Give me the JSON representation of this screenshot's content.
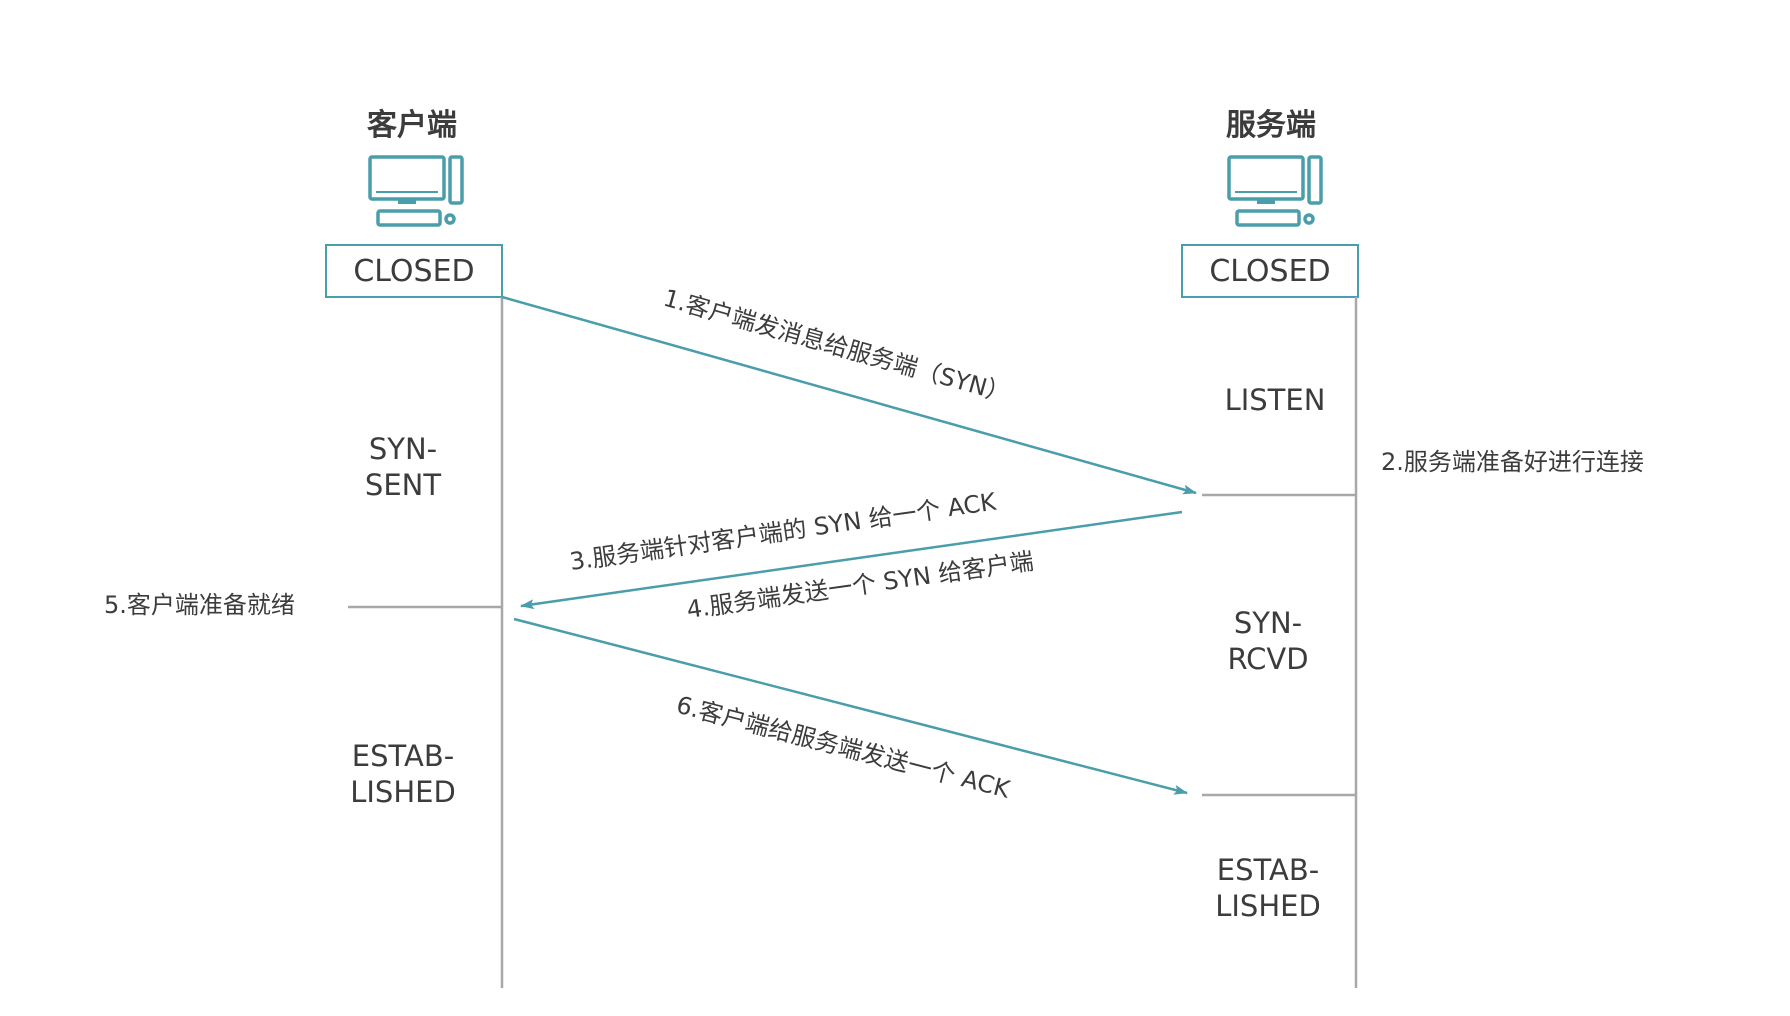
{
  "client": {
    "title": "客户端",
    "initial_state": "CLOSED",
    "states": {
      "syn_sent": [
        "SYN-",
        "SENT"
      ],
      "established": [
        "ESTAB-",
        "LISHED"
      ]
    },
    "ready_note": "5.客户端准备就绪"
  },
  "server": {
    "title": "服务端",
    "initial_state": "CLOSED",
    "states": {
      "listen": [
        "LISTEN"
      ],
      "syn_rcvd": [
        "SYN-",
        "RCVD"
      ],
      "established": [
        "ESTAB-",
        "LISHED"
      ]
    },
    "ready_note": "2.服务端准备好进行连接"
  },
  "messages": {
    "m1": "1.客户端发消息给服务端（SYN）",
    "m3": "3.服务端针对客户端的 SYN 给一个 ACK",
    "m4": "4.服务端发送一个 SYN 给客户端",
    "m6": "6.客户端给服务端发送一个 ACK"
  },
  "colors": {
    "accent": "#4a9daa",
    "lifeline": "#a8a8a8",
    "text": "#3c3c3c"
  },
  "icons": {
    "client": "computer-icon",
    "server": "computer-icon"
  }
}
